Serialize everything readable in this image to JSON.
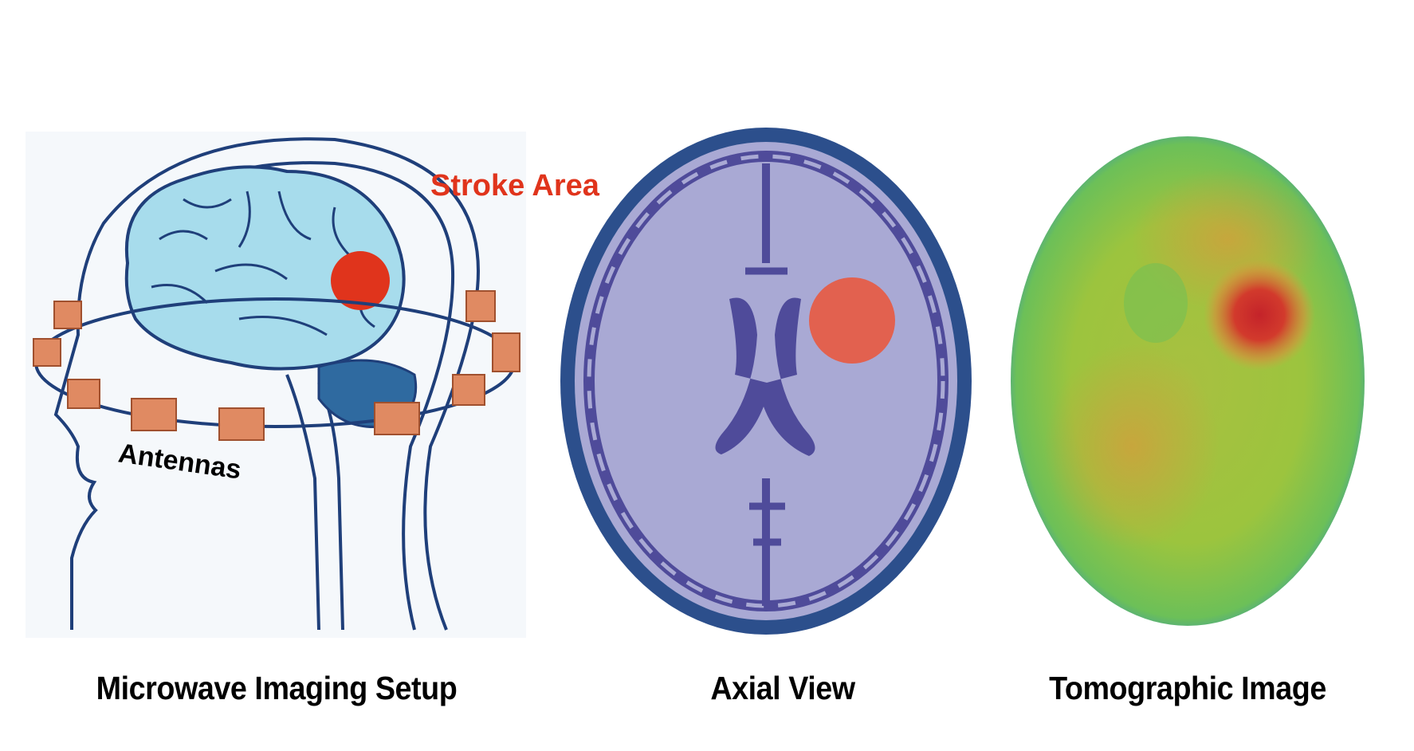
{
  "panels": [
    {
      "caption": "Microwave Imaging Setup"
    },
    {
      "caption": "Axial View"
    },
    {
      "caption": "Tomographic Image"
    }
  ],
  "annotations": {
    "stroke_area": "Stroke Area",
    "antennas": "Antennas"
  },
  "colors": {
    "outline": "#1f3f7a",
    "brain": "#a7dcec",
    "cerebellum": "#2f6aa0",
    "antenna": "#e08a62",
    "stroke": "#e0341c",
    "axial_border": "#2c4f8c",
    "axial_tissue": "#a9a9d4",
    "axial_dark": "#4f4b9a",
    "axial_stroke": "#e2614f"
  }
}
